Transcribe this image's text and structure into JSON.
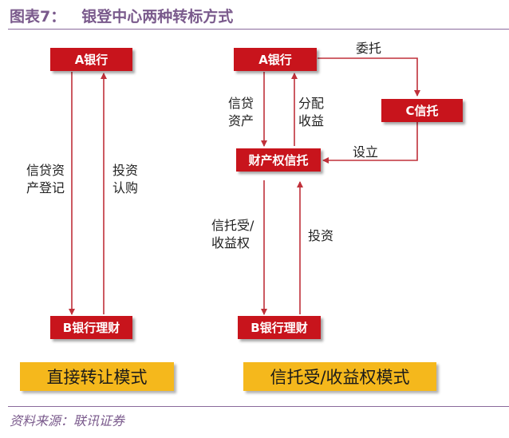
{
  "header": {
    "figure_label": "图表7：",
    "title": "银登中心两种转标方式"
  },
  "left": {
    "bank_a": "A银行",
    "bank_b": "B银行理财",
    "down_label_1": "信贷资",
    "down_label_2": "产登记",
    "up_label_1": "投资",
    "up_label_2": "认购",
    "mode": "直接转让模式"
  },
  "right": {
    "bank_a": "A银行",
    "trust_c": "C信托",
    "property_trust": "财产权信托",
    "bank_b": "B银行理财",
    "delegate": "委托",
    "setup": "设立",
    "credit_1": "信贷",
    "credit_2": "资产",
    "distribute_1": "分配",
    "distribute_2": "收益",
    "trust_recv_1": "信托受/",
    "trust_recv_2": "收益权",
    "invest": "投资",
    "mode": "信托受/收益权模式"
  },
  "footer": {
    "source": "资料来源：联讯证券"
  },
  "colors": {
    "box_red": "#c8141c",
    "mode_yellow": "#f5b81c",
    "title_purple": "#7a5a8c",
    "arrow": "#c0303a"
  }
}
